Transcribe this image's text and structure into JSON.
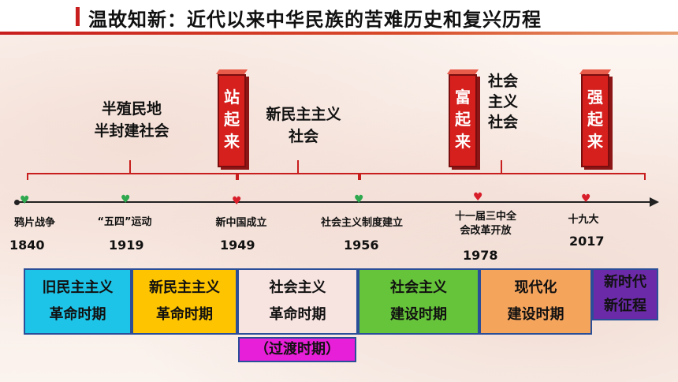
{
  "title": "温故知新：近代以来中华民族的苦难历史和复兴历程",
  "periods": [
    {
      "line1": "半殖民地",
      "line2": "半封建社会"
    },
    {
      "line1": "新民主主义",
      "line2": "社会"
    }
  ],
  "socialism_era": [
    "社会",
    "主义",
    "社会"
  ],
  "banners": [
    {
      "text": [
        "站",
        "起",
        "来"
      ]
    },
    {
      "text": [
        "富",
        "起",
        "来"
      ]
    },
    {
      "text": [
        "强",
        "起",
        "来"
      ]
    }
  ],
  "events": [
    {
      "label": "鸦片战争",
      "year": "1840",
      "marker": "green"
    },
    {
      "label": "“五四”运动",
      "year": "1919",
      "marker": "green"
    },
    {
      "label": "新中国成立",
      "year": "1949",
      "marker": "red"
    },
    {
      "label": "社会主义制度建立",
      "year": "1956",
      "marker": "green"
    },
    {
      "label": "十一届三中全会改革开放",
      "label_line1": "十一届三中全",
      "label_line2": "会改革开放",
      "year": "1978",
      "marker": "red"
    },
    {
      "label": "十九大",
      "year": "2017",
      "marker": "red"
    }
  ],
  "phases": [
    {
      "line1": "旧民主主义",
      "line2": "革命时期",
      "color": "#1dc4e8"
    },
    {
      "line1": "新民主主义",
      "line2": "革命时期",
      "color": "#ffc400"
    },
    {
      "line1": "社会主义",
      "line2": "革命时期",
      "color": "#f7e3e0"
    },
    {
      "line1": "社会主义",
      "line2": "建设时期",
      "color": "#66c43a"
    },
    {
      "line1": "现代化",
      "line2": "建设时期",
      "color": "#f5a45c"
    },
    {
      "line1": "新时代",
      "line2": "新征程",
      "color": "#6b2aa8"
    }
  ],
  "phase_note": "（过渡时期）",
  "colors": {
    "accent_red": "#c81e1e",
    "marker_green": "#2fa84f",
    "marker_red": "#d81e2a",
    "box_border": "#2a4e98"
  }
}
